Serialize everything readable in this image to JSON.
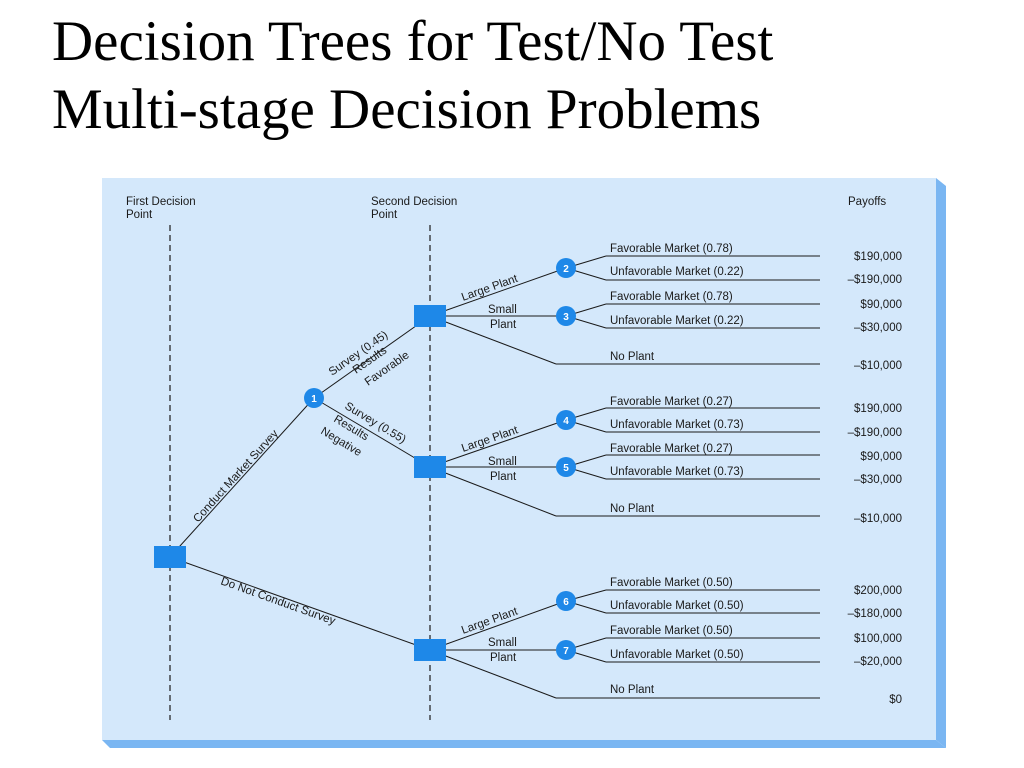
{
  "title": {
    "line1": "Decision Trees for Test/No Test",
    "line2": "Multi-stage Decision Problems"
  },
  "colors": {
    "panel": "#d4e8fb",
    "panel_edge": "#7ab6f2",
    "node": "#1e88e8"
  },
  "diagram": {
    "headers": {
      "first_line1": "First Decision",
      "first_line2": "Point",
      "second_line1": "Second Decision",
      "second_line2": "Point",
      "payoffs": "Payoffs"
    },
    "first_branches": {
      "survey": "Conduct Market Survey",
      "no_survey": "Do Not Conduct Survey"
    },
    "survey_branches": {
      "favorable_l1": "Survey (0.45)",
      "favorable_l2": "Results",
      "favorable_l3": "Favorable",
      "negative_l1": "Survey (0.55)",
      "negative_l2": "Results",
      "negative_l3": "Negative"
    },
    "plant_labels": {
      "large": "Large Plant",
      "small_l1": "Small",
      "small_l2": "Plant",
      "none": "No Plant"
    },
    "chance_nodes": [
      "1",
      "2",
      "3",
      "4",
      "5",
      "6",
      "7"
    ],
    "outcomes": [
      {
        "label": "Favorable Market (0.78)",
        "payoff": "$190,000"
      },
      {
        "label": "Unfavorable Market (0.22)",
        "payoff": "–$190,000"
      },
      {
        "label": "Favorable Market (0.78)",
        "payoff": "$90,000"
      },
      {
        "label": "Unfavorable Market (0.22)",
        "payoff": "–$30,000"
      },
      {
        "label": "No Plant",
        "payoff": "–$10,000"
      },
      {
        "label": "Favorable Market (0.27)",
        "payoff": "$190,000"
      },
      {
        "label": "Unfavorable Market (0.73)",
        "payoff": "–$190,000"
      },
      {
        "label": "Favorable Market (0.27)",
        "payoff": "$90,000"
      },
      {
        "label": "Unfavorable Market (0.73)",
        "payoff": "–$30,000"
      },
      {
        "label": "No Plant",
        "payoff": "–$10,000"
      },
      {
        "label": "Favorable Market (0.50)",
        "payoff": "$200,000"
      },
      {
        "label": "Unfavorable Market (0.50)",
        "payoff": "–$180,000"
      },
      {
        "label": "Favorable Market (0.50)",
        "payoff": "$100,000"
      },
      {
        "label": "Unfavorable Market (0.50)",
        "payoff": "–$20,000"
      },
      {
        "label": "No Plant",
        "payoff": "$0"
      }
    ]
  }
}
